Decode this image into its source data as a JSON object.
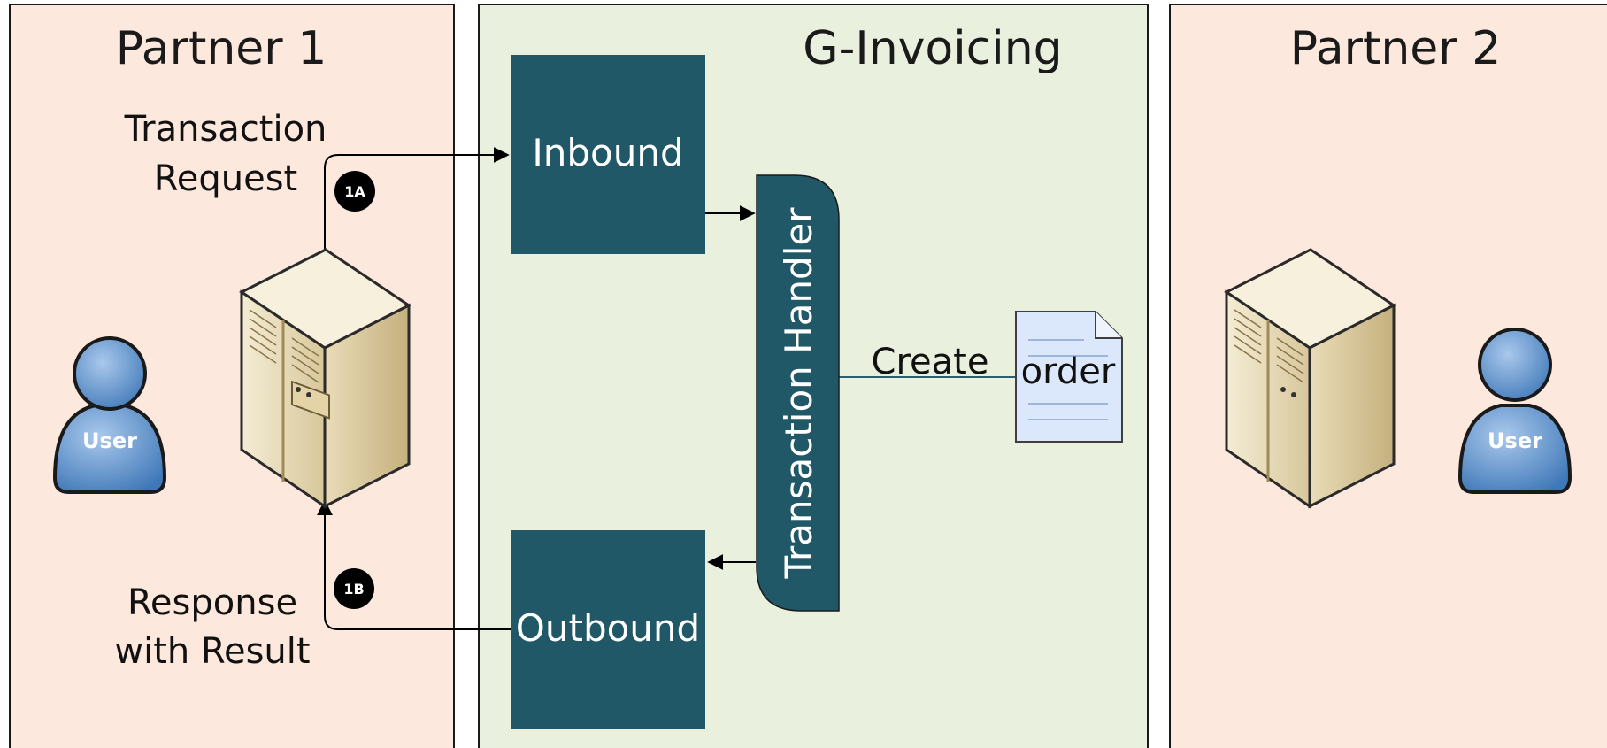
{
  "lanes": {
    "partner1": {
      "title": "Partner 1"
    },
    "ginvoicing": {
      "title": "G-Invoicing"
    },
    "partner2": {
      "title": "Partner 2"
    }
  },
  "flows": {
    "request": {
      "line1": "Transaction",
      "line2": "Request",
      "badge": "1A"
    },
    "response": {
      "line1": "Response",
      "line2": "with Result",
      "badge": "1B"
    },
    "create": {
      "label": "Create"
    }
  },
  "components": {
    "inbound": "Inbound",
    "outbound": "Outbound",
    "handler": "Transaction Handler",
    "document": "order"
  },
  "actors": {
    "partner1_user": "User",
    "partner2_user": "User"
  },
  "colors": {
    "partner_fill": "#fce8dc",
    "ginvoicing_fill": "#e9f0de",
    "box_fill": "#215868",
    "badge_fill": "#000000",
    "user_fill": "#4f86c6",
    "doc_fill": "#dbe7fb"
  }
}
